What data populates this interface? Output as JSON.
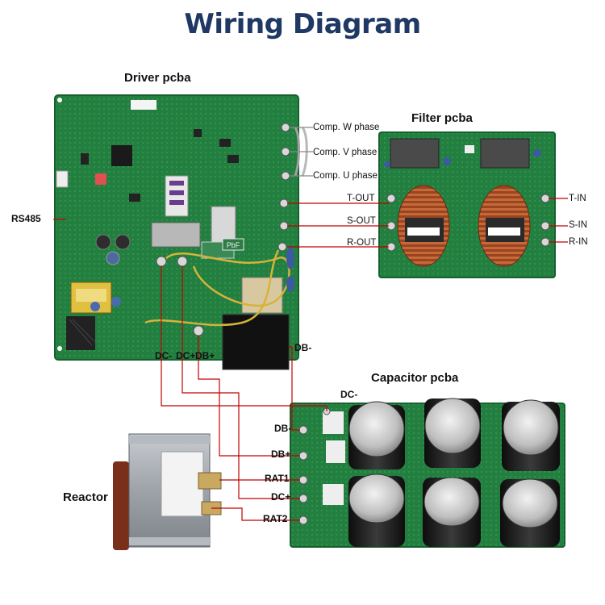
{
  "title": "Wiring Diagram",
  "sections": {
    "driver": "Driver pcba",
    "filter": "Filter pcba",
    "capacitor": "Capacitor pcba",
    "reactor": "Reactor"
  },
  "driver_labels": {
    "rs485": "RS485",
    "comp_w": "Comp. W phase",
    "comp_v": "Comp. V phase",
    "comp_u": "Comp. U phase",
    "t_out": "T-OUT",
    "s_out": "S-OUT",
    "r_out": "R-OUT",
    "dc_minus": "DC-",
    "dc_plus": "DC+",
    "db_plus": "DB+",
    "db_minus": "DB-"
  },
  "filter_labels": {
    "t_in": "T-IN",
    "s_in": "S-IN",
    "r_in": "R-IN"
  },
  "capacitor_labels": {
    "dc_minus": "DC-",
    "db_minus": "DB-",
    "db_plus": "DB+",
    "rat1": "RAT1",
    "dc_plus": "DC+",
    "rat2": "RAT2"
  },
  "board_markings": {
    "pbf": "PbF"
  },
  "colors": {
    "title": "#1f3864",
    "wire": "#c00000",
    "pcb_green": "#1f7a3a",
    "reactor_steel": "#9aa0a6",
    "copper": "#b5552b"
  }
}
